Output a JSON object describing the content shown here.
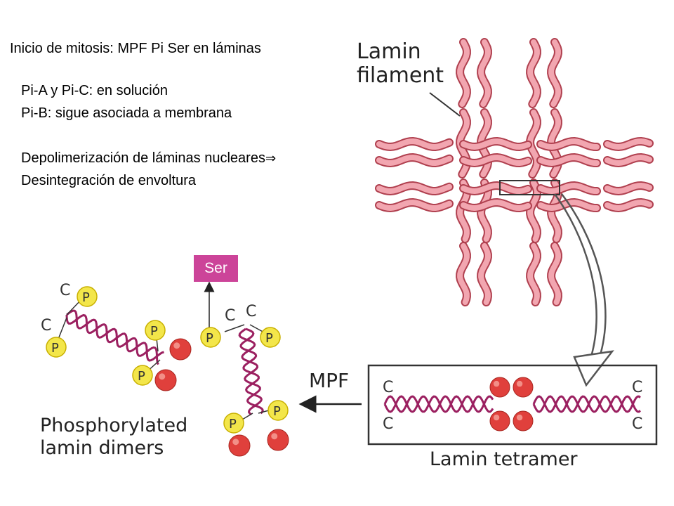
{
  "text": {
    "intro": "Inicio de mitosis: MPF Pi Ser en láminas",
    "line1": "Pi-A y Pi-C: en solución",
    "line2": "Pi-B: sigue asociada a membrana",
    "line3": "Depolimerización de láminas nucleares",
    "line3_arrow": "⇒",
    "line4": "Desintegración de envoltura",
    "ser": "Ser"
  },
  "figure": {
    "lamin_filament_1": "Lamin",
    "lamin_filament_2": "filament",
    "lamin_tetramer": "Lamin tetramer",
    "mpf": "MPF",
    "phospho_1": "Phosphorylated",
    "phospho_2": "lamin dimers",
    "c": "C",
    "p": "P"
  },
  "colors": {
    "filament_fill": "#f2a6b0",
    "filament_stroke": "#b0404f",
    "helix": "#9b2060",
    "ball": "#e0403c",
    "phosphate": "#f3e64a",
    "ser_box": "#cc4499"
  }
}
